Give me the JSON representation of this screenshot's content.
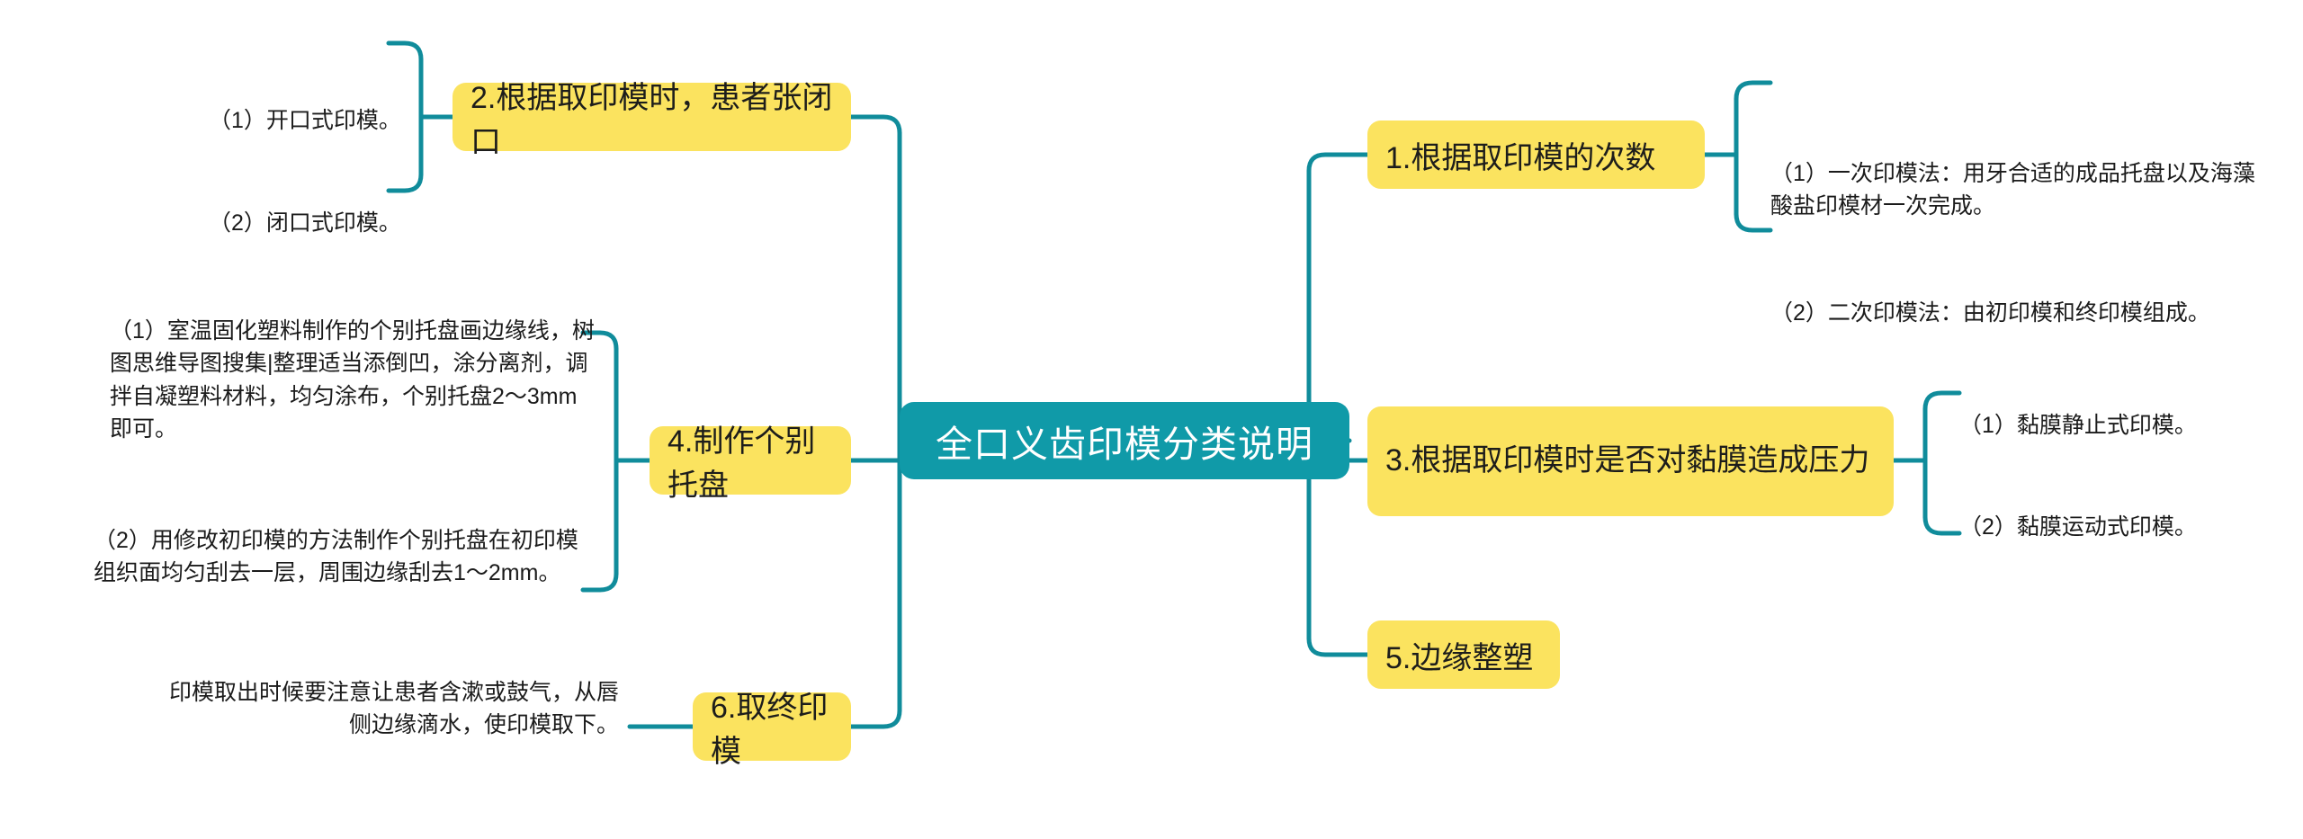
{
  "meta": {
    "title": "全口义齿印模分类说明",
    "colors": {
      "root_bg": "#109AA8",
      "branch_bg": "#FBE35F",
      "connector": "#108C9B",
      "text": "#1b1b1b",
      "root_text": "#ffffff",
      "background": "#ffffff"
    }
  },
  "root": {
    "label": "全口义齿印模分类说明"
  },
  "branches": {
    "b1": {
      "label": "1.根据取印模的次数"
    },
    "b2": {
      "label": "2.根据取印模时，患者张闭口"
    },
    "b3": {
      "label": "3.根据取印模时是否对黏膜造成压力"
    },
    "b4": {
      "label": "4.制作个别托盘"
    },
    "b5": {
      "label": "5.边缘整塑"
    },
    "b6": {
      "label": "6.取终印模"
    }
  },
  "leaves": {
    "b1_l1": "（1）一次印模法：用牙合适的成品托盘以及海藻酸盐印模材一次完成。",
    "b1_l2": "（2）二次印模法：由初印模和终印模组成。",
    "b2_l1": "（1）开口式印模。",
    "b2_l2": "（2）闭口式印模。",
    "b3_l1": "（1）黏膜静止式印模。",
    "b3_l2": "（2）黏膜运动式印模。",
    "b4_l1": "（1）室温固化塑料制作的个别托盘画边缘线，树图思维导图搜集|整理适当添倒凹，涂分离剂，调拌自凝塑料材料，均匀涂布，个别托盘2～3mm即可。",
    "b4_l2": "（2）用修改初印模的方法制作个别托盘在初印模组织面均匀刮去一层，周围边缘刮去1～2mm。",
    "b6_l1": "印模取出时候要注意让患者含漱或鼓气，从唇侧边缘滴水，使印模取下。"
  }
}
